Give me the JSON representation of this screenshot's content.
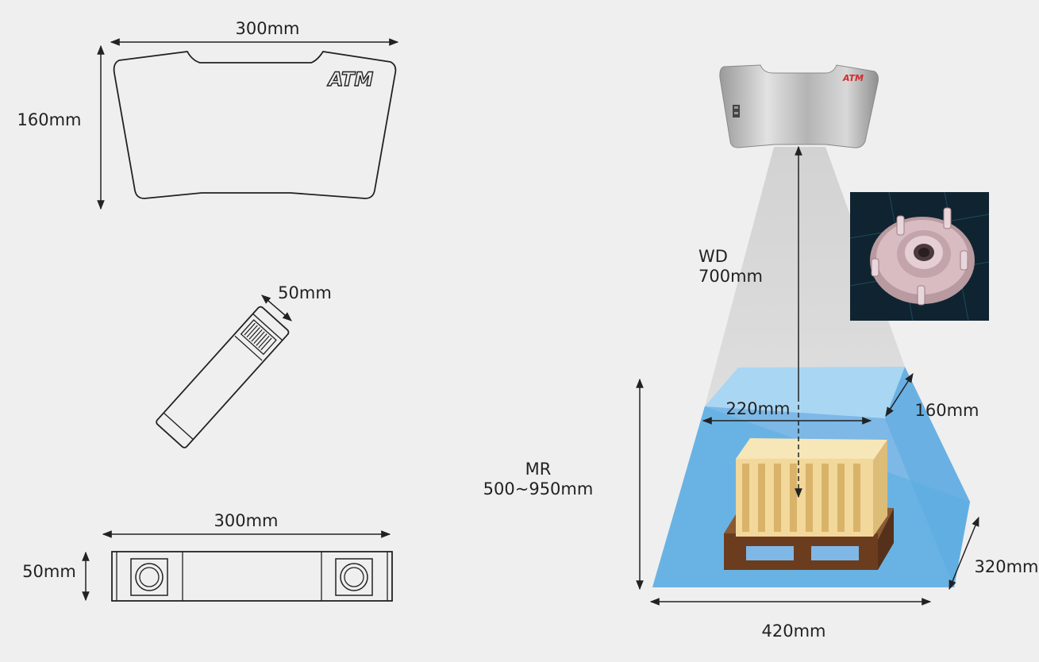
{
  "brand": "ATM",
  "top_view": {
    "width_label": "300mm",
    "height_label": "160mm"
  },
  "side_view": {
    "width_label": "50mm"
  },
  "front_view": {
    "width_label": "300mm",
    "height_label": "50mm"
  },
  "field_of_view": {
    "wd_label": "WD",
    "wd_value": "700mm",
    "mr_label": "MR",
    "mr_value": "500~950mm",
    "near_width_label": "220mm",
    "near_depth_label": "160mm",
    "far_width_label": "420mm",
    "far_depth_label": "320mm"
  },
  "colors": {
    "background": "#efefef",
    "outline": "#222222",
    "fov_top": "#a9d6f2",
    "fov_front": "#7fb8e6",
    "fov_floor": "#5aaee2",
    "beam": "#d4d4d4",
    "box": "#f2d89a",
    "pallet": "#6b3d1e",
    "logo_red": "#d6282b"
  }
}
